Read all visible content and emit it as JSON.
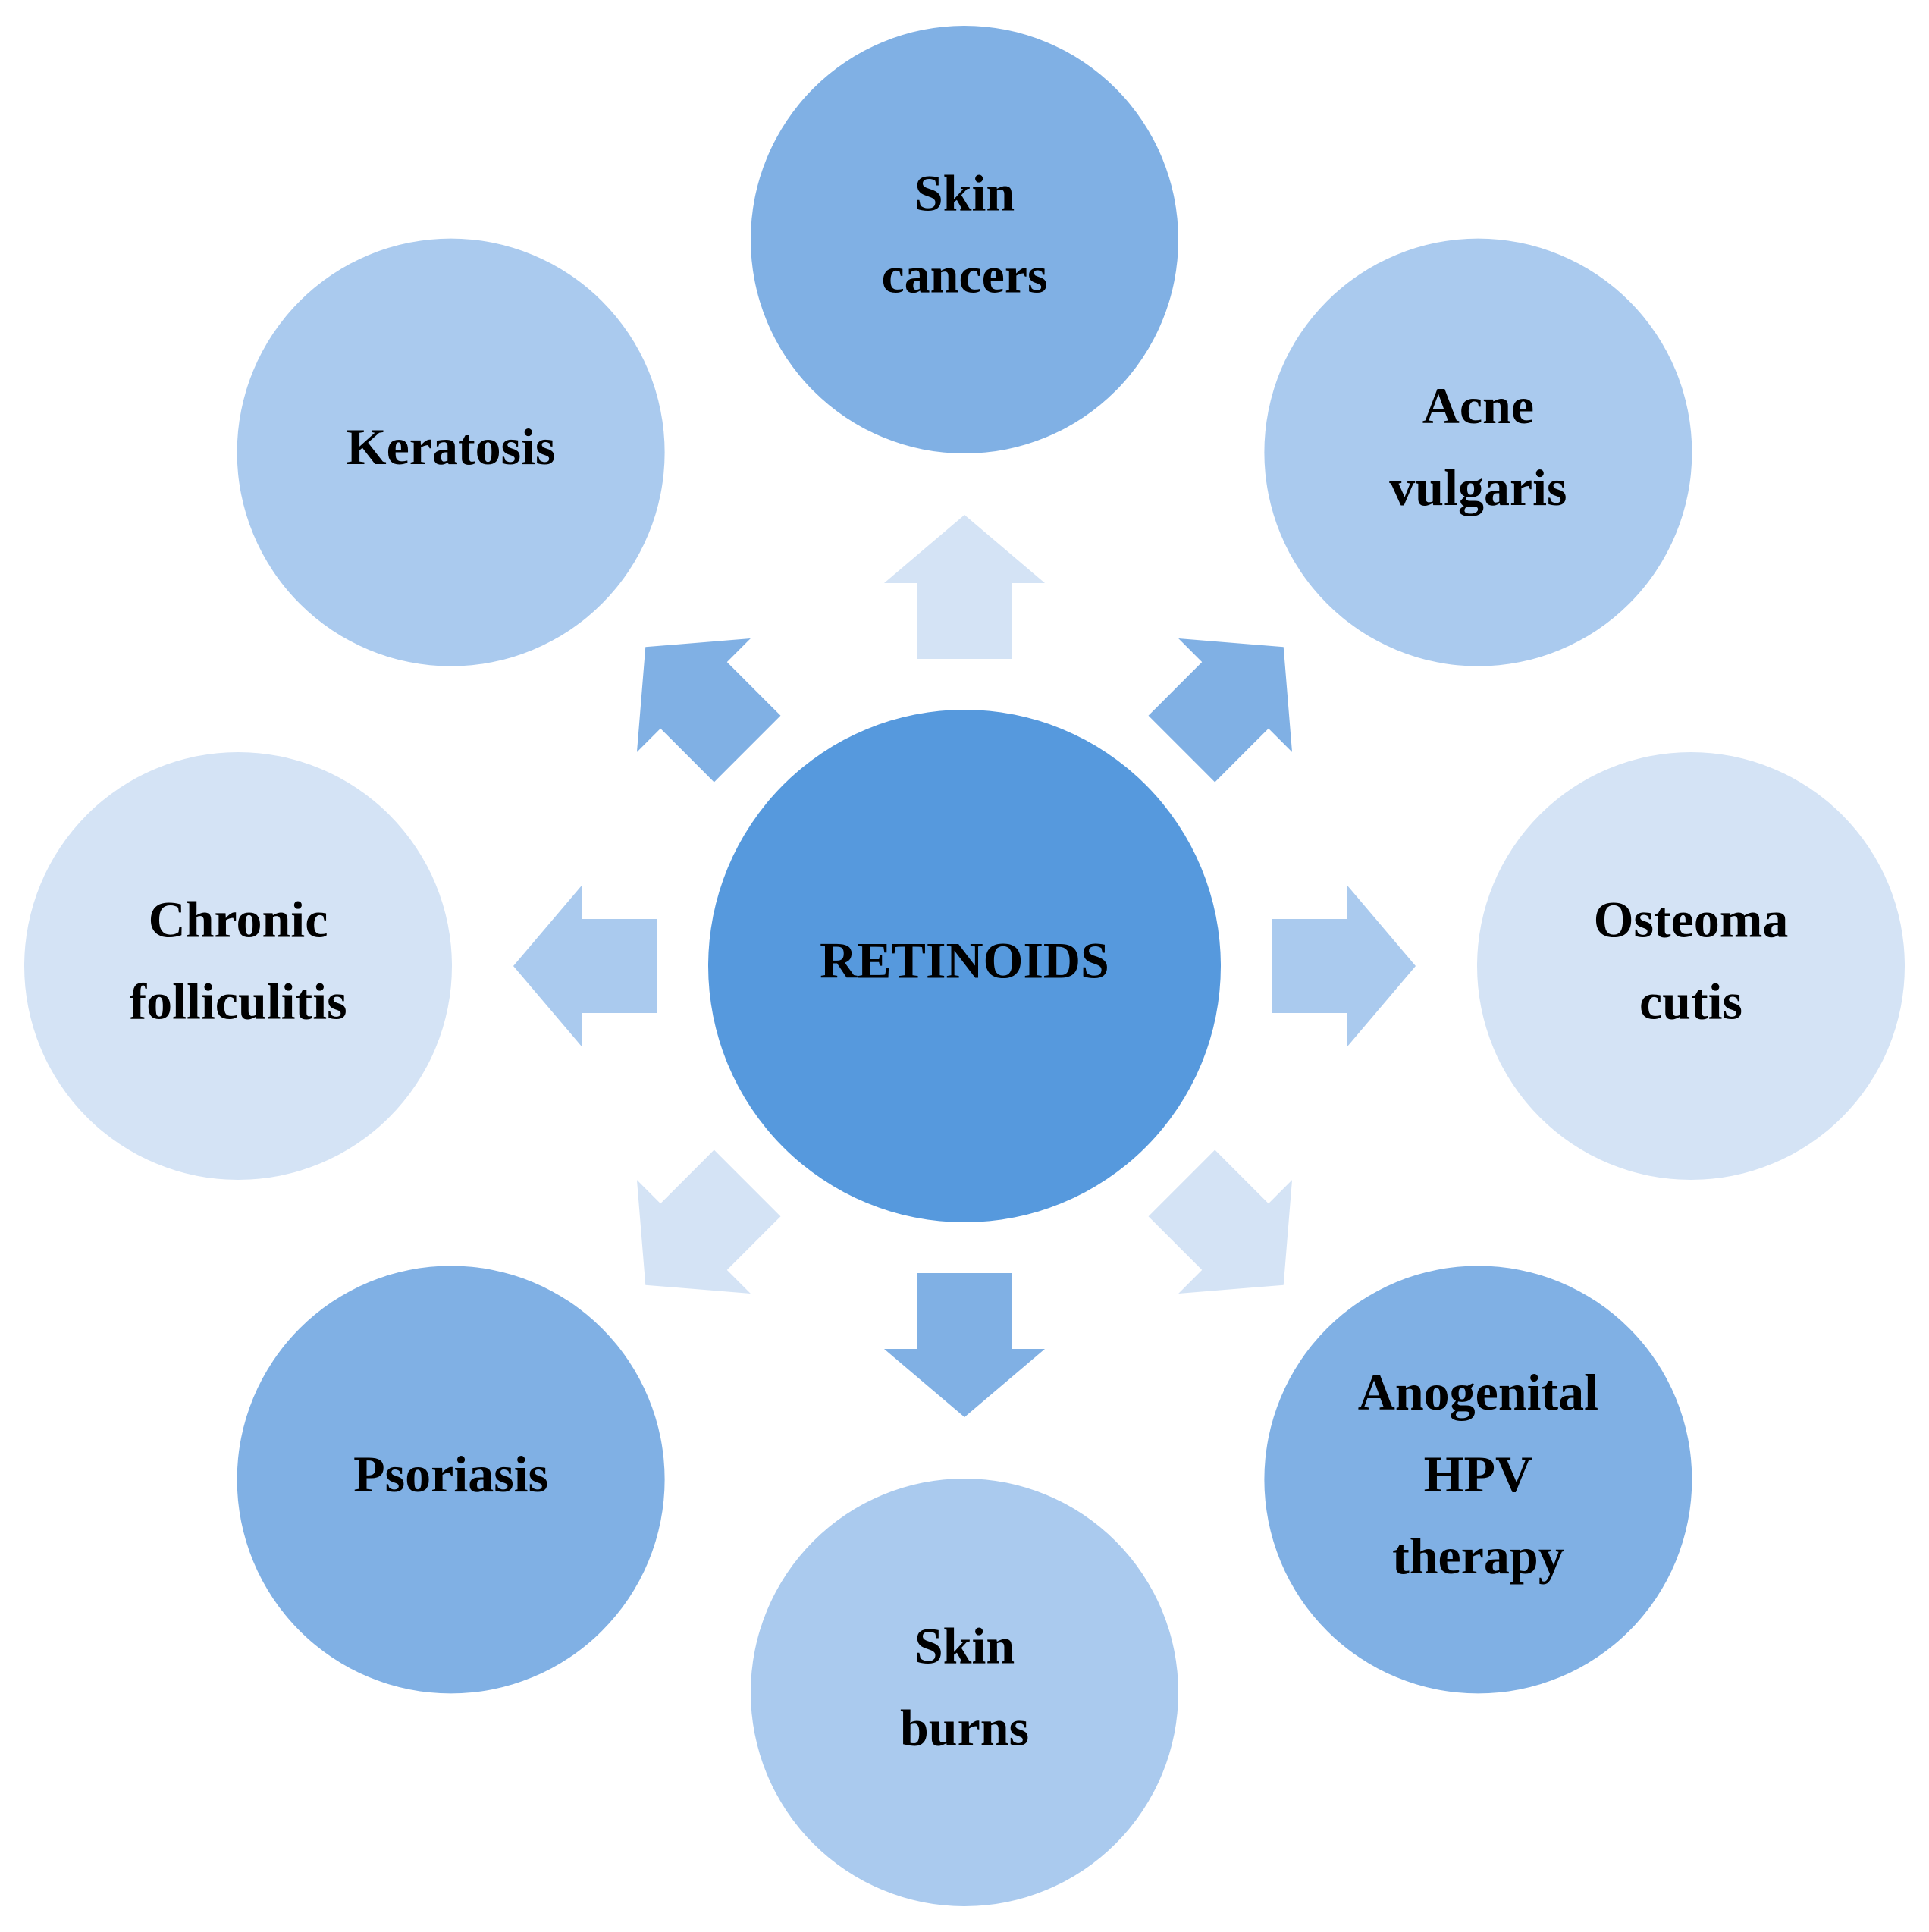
{
  "center": {
    "label": "RETINOIDS",
    "color": "#5699dd"
  },
  "nodes": [
    {
      "id": "skin-cancers",
      "lines": [
        "Skin",
        "cancers"
      ],
      "color": "#80b0e4"
    },
    {
      "id": "acne-vulgaris",
      "lines": [
        "Acne",
        "vulgaris"
      ],
      "color": "#aacaee"
    },
    {
      "id": "osteoma-cutis",
      "lines": [
        "Osteoma",
        "cutis"
      ],
      "color": "#d4e3f5"
    },
    {
      "id": "anogenital-hpv-therapy",
      "lines": [
        "Anogenital",
        "HPV",
        "therapy"
      ],
      "color": "#80b0e4"
    },
    {
      "id": "skin-burns",
      "lines": [
        "Skin",
        "burns"
      ],
      "color": "#aacaee"
    },
    {
      "id": "psoriasis",
      "lines": [
        "Psoriasis"
      ],
      "color": "#80b0e4"
    },
    {
      "id": "chronic-folliculitis",
      "lines": [
        "Chronic",
        "folliculitis"
      ],
      "color": "#d4e3f5"
    },
    {
      "id": "keratosis",
      "lines": [
        "Keratosis"
      ],
      "color": "#aacaee"
    }
  ],
  "arrow_colors": [
    "#d4e3f5",
    "#80b0e4",
    "#aacaee",
    "#d4e3f5",
    "#80b0e4",
    "#d4e3f5",
    "#aacaee",
    "#80b0e4"
  ]
}
